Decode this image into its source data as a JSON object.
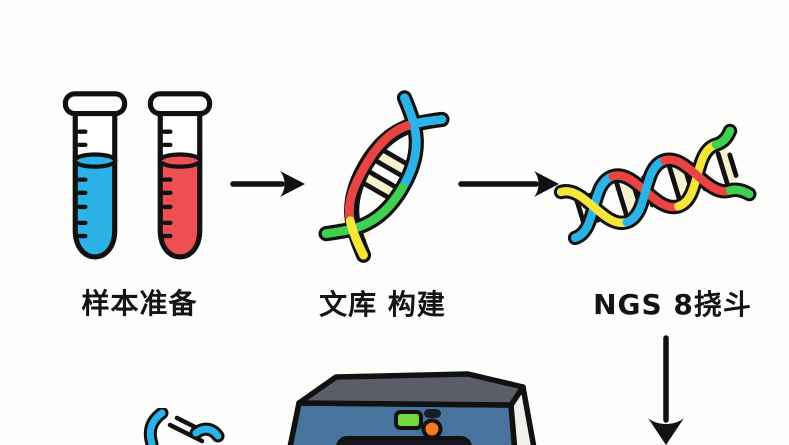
{
  "diagram": {
    "type": "ngs-workflow-illustration",
    "background": "#fdfdfb"
  },
  "steps": [
    {
      "id": "sample-prep",
      "label": "样本准备",
      "icon": "test-tubes"
    },
    {
      "id": "library-construction",
      "label": "文库 构建",
      "icon": "dna-helix-diagonal"
    },
    {
      "id": "ngs-sequencing",
      "label": "NGS 8挠斗",
      "icon": "dna-helix-horizontal"
    }
  ],
  "connectors": [
    {
      "id": "arrow-1",
      "type": "arrow-right"
    },
    {
      "id": "arrow-2",
      "type": "arrow-right"
    },
    {
      "id": "arrow-3",
      "type": "arrow-down"
    }
  ],
  "bottom": {
    "machine_icon": "dna-sequencer",
    "fragment_icon": "dna-fragment"
  },
  "colors": {
    "blue": "#2bb3e8",
    "red": "#ee4f50",
    "strand_red": "#ea4343",
    "green": "#3fd04f",
    "yellow": "#f6e63a",
    "cream": "#f6f2d0",
    "outline": "#111111",
    "machine_front": "#47739c",
    "machine_top": "#5a5f67",
    "machine_side": "#f0f0ed",
    "machine_green": "#74d73e",
    "machine_orange": "#f5791d",
    "machine_slot": "#12161e"
  }
}
